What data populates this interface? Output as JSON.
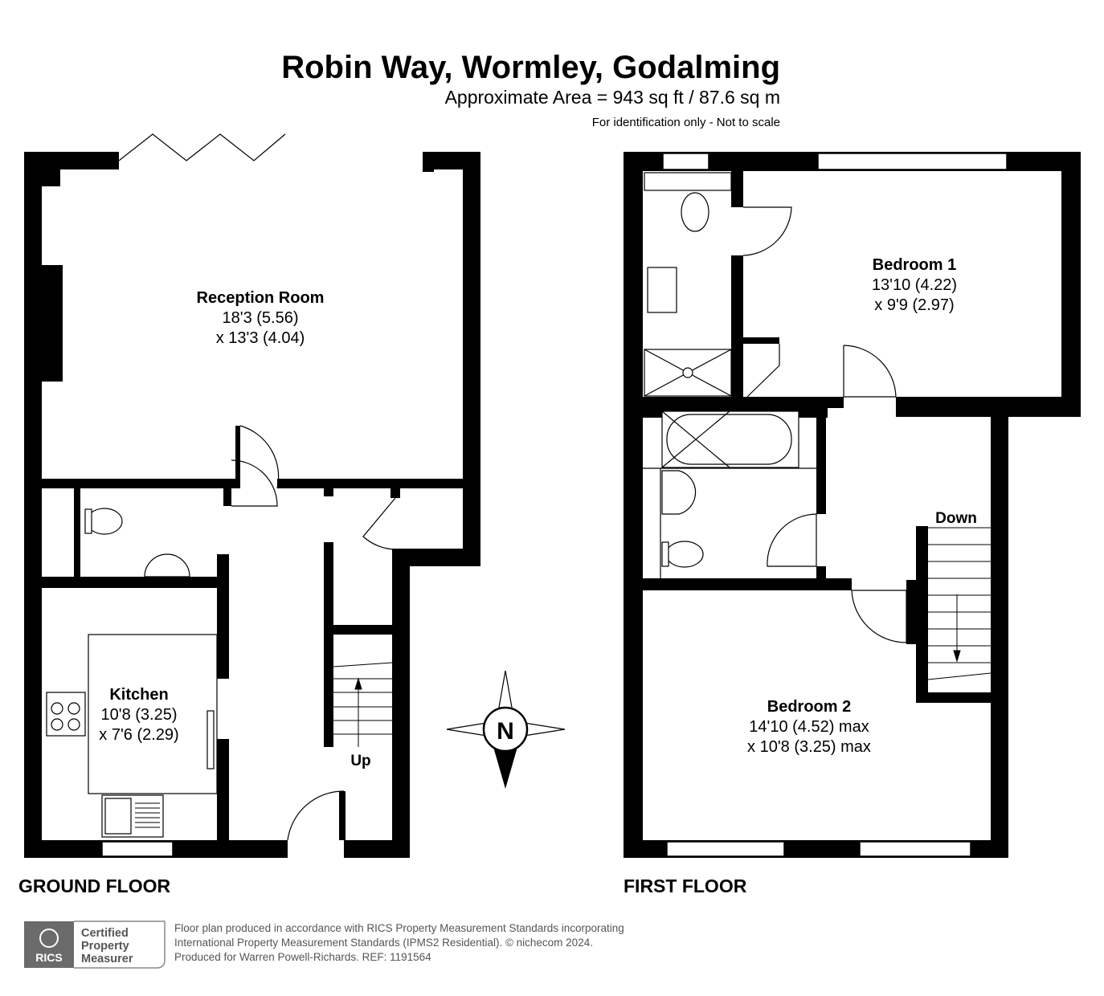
{
  "header": {
    "title": "Robin Way, Wormley, Godalming",
    "area": "Approximate Area = 943 sq ft / 87.6 sq m",
    "disclaimer": "For identification only - Not to scale"
  },
  "ground_floor": {
    "label": "GROUND FLOOR",
    "rooms": [
      {
        "name": "Reception Room",
        "dim1": "18'3 (5.56)",
        "dim2": "x 13'3 (4.04)"
      },
      {
        "name": "Kitchen",
        "dim1": "10'8 (3.25)",
        "dim2": "x 7'6 (2.29)"
      }
    ],
    "stairs_label": "Up"
  },
  "first_floor": {
    "label": "FIRST FLOOR",
    "rooms": [
      {
        "name": "Bedroom 1",
        "dim1": "13'10 (4.22)",
        "dim2": "x 9'9 (2.97)"
      },
      {
        "name": "Bedroom 2",
        "dim1": "14'10 (4.52) max",
        "dim2": "x 10'8 (3.25) max"
      }
    ],
    "stairs_label": "Down"
  },
  "compass": {
    "label": "N"
  },
  "footer": {
    "badge_brand": "RICS",
    "badge_text": [
      "Certified",
      "Property",
      "Measurer"
    ],
    "lines": [
      "Floor plan produced in accordance with RICS Property Measurement Standards incorporating",
      "International Property Measurement Standards (IPMS2 Residential).   © nichecom 2024.",
      "Produced for Warren Powell-Richards.   REF:  1191564"
    ]
  }
}
